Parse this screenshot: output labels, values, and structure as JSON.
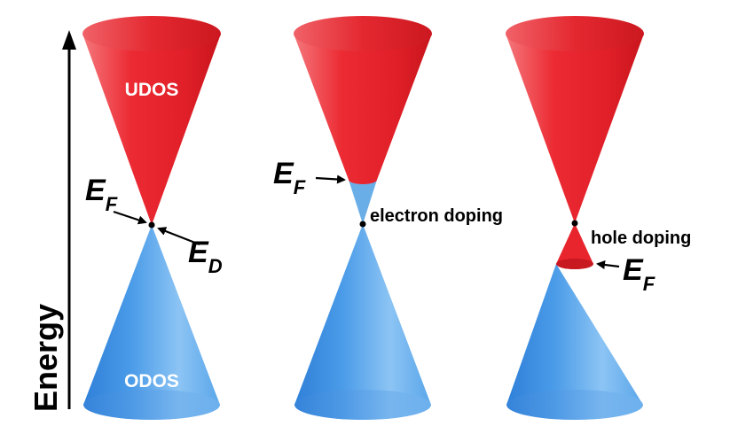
{
  "axis": {
    "label": "Energy"
  },
  "panels": [
    {
      "upper_label": "UDOS",
      "lower_label": "ODOS",
      "fermi_symbol": "E",
      "fermi_subscript": "F",
      "dirac_symbol": "E",
      "dirac_subscript": "D"
    },
    {
      "fermi_symbol": "E",
      "fermi_subscript": "F",
      "doping_label": "electron doping"
    },
    {
      "fermi_symbol": "E",
      "fermi_subscript": "F",
      "doping_label": "hole doping"
    }
  ],
  "colors": {
    "conduction_band": "#e8202a",
    "valence_band": "#3a8ee0",
    "text": "#000000"
  }
}
